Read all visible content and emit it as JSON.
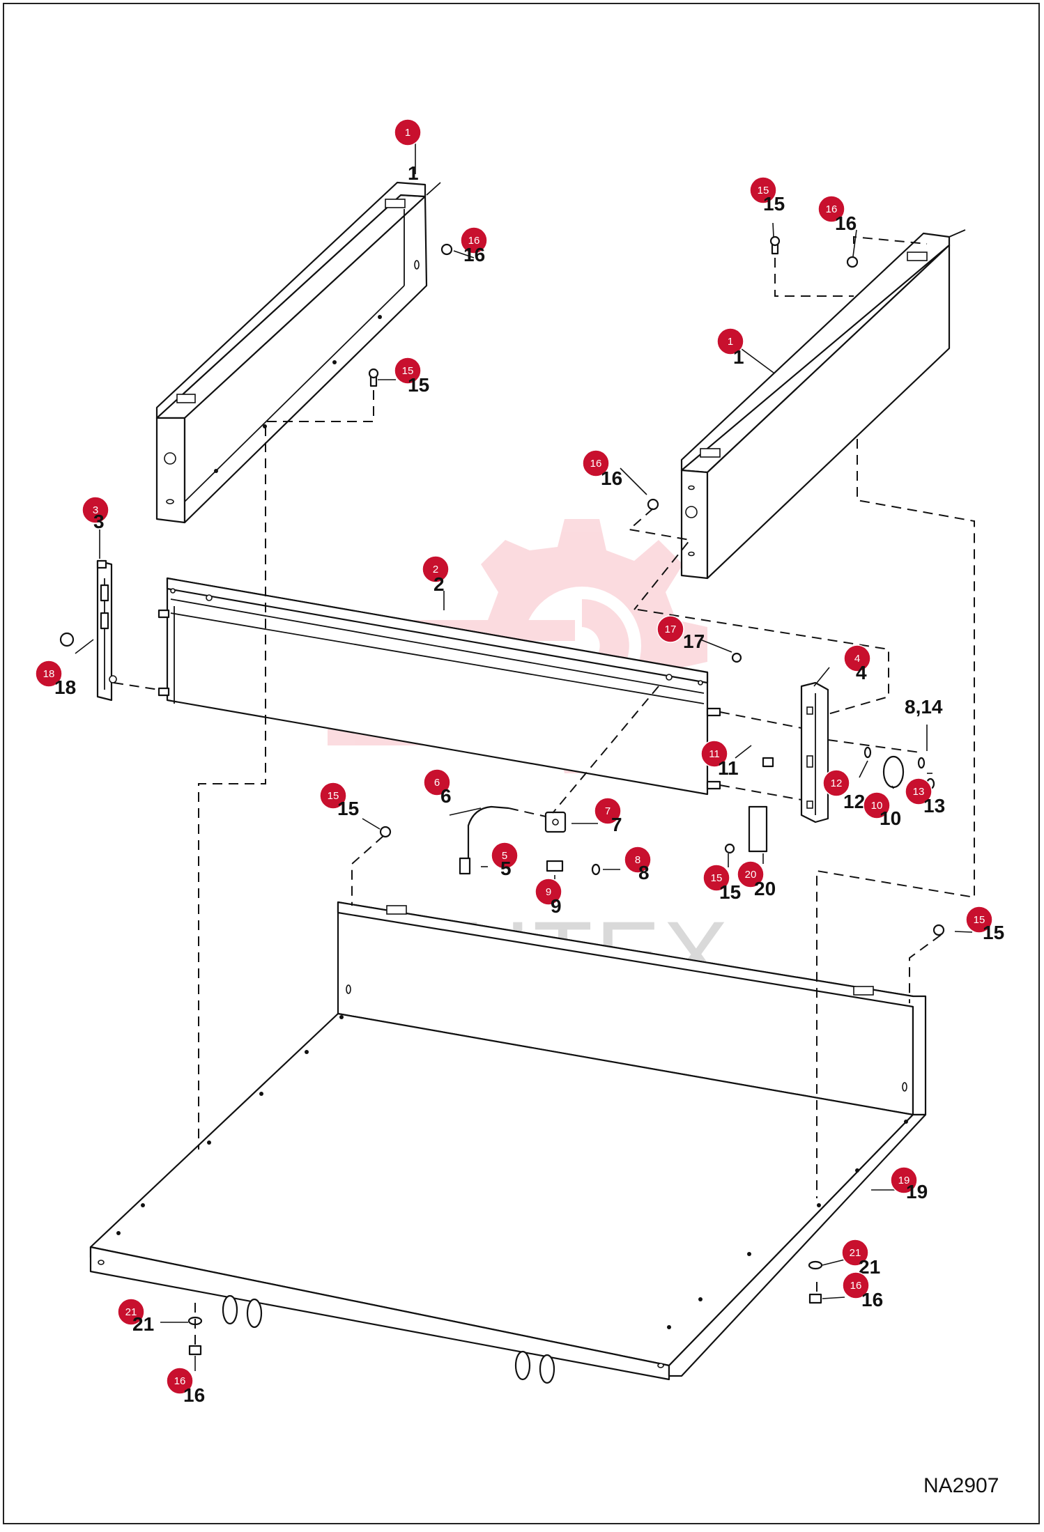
{
  "drawing_id": "NA2907",
  "watermark": {
    "text": "ИНТЕХ",
    "color": "#e8273f"
  },
  "colors": {
    "callout": "#c8102e",
    "line": "#111111",
    "background": "#ffffff"
  },
  "callouts": [
    {
      "num": "1",
      "plain": "1"
    },
    {
      "num": "15",
      "plain": "15"
    },
    {
      "num": "16",
      "plain": "16"
    },
    {
      "num": "16",
      "plain": "16"
    },
    {
      "num": "1",
      "plain": "1"
    },
    {
      "num": "15",
      "plain": "15"
    },
    {
      "num": "16",
      "plain": "16"
    },
    {
      "num": "3",
      "plain": "3"
    },
    {
      "num": "2",
      "plain": "2"
    },
    {
      "num": "17",
      "plain": "17"
    },
    {
      "num": "4",
      "plain": "4"
    },
    {
      "num": "18",
      "plain": "18"
    },
    {
      "num": "",
      "plain": "8,14"
    },
    {
      "num": "11",
      "plain": "11"
    },
    {
      "num": "12",
      "plain": "12"
    },
    {
      "num": "10",
      "plain": "10"
    },
    {
      "num": "13",
      "plain": "13"
    },
    {
      "num": "15",
      "plain": "15"
    },
    {
      "num": "6",
      "plain": "6"
    },
    {
      "num": "7",
      "plain": "7"
    },
    {
      "num": "5",
      "plain": "5"
    },
    {
      "num": "8",
      "plain": "8"
    },
    {
      "num": "9",
      "plain": "9"
    },
    {
      "num": "15",
      "plain": "15"
    },
    {
      "num": "20",
      "plain": "20"
    },
    {
      "num": "15",
      "plain": "15"
    },
    {
      "num": "19",
      "plain": "19"
    },
    {
      "num": "21",
      "plain": "21"
    },
    {
      "num": "16",
      "plain": "16"
    },
    {
      "num": "21",
      "plain": "21"
    },
    {
      "num": "16",
      "plain": "16"
    }
  ]
}
